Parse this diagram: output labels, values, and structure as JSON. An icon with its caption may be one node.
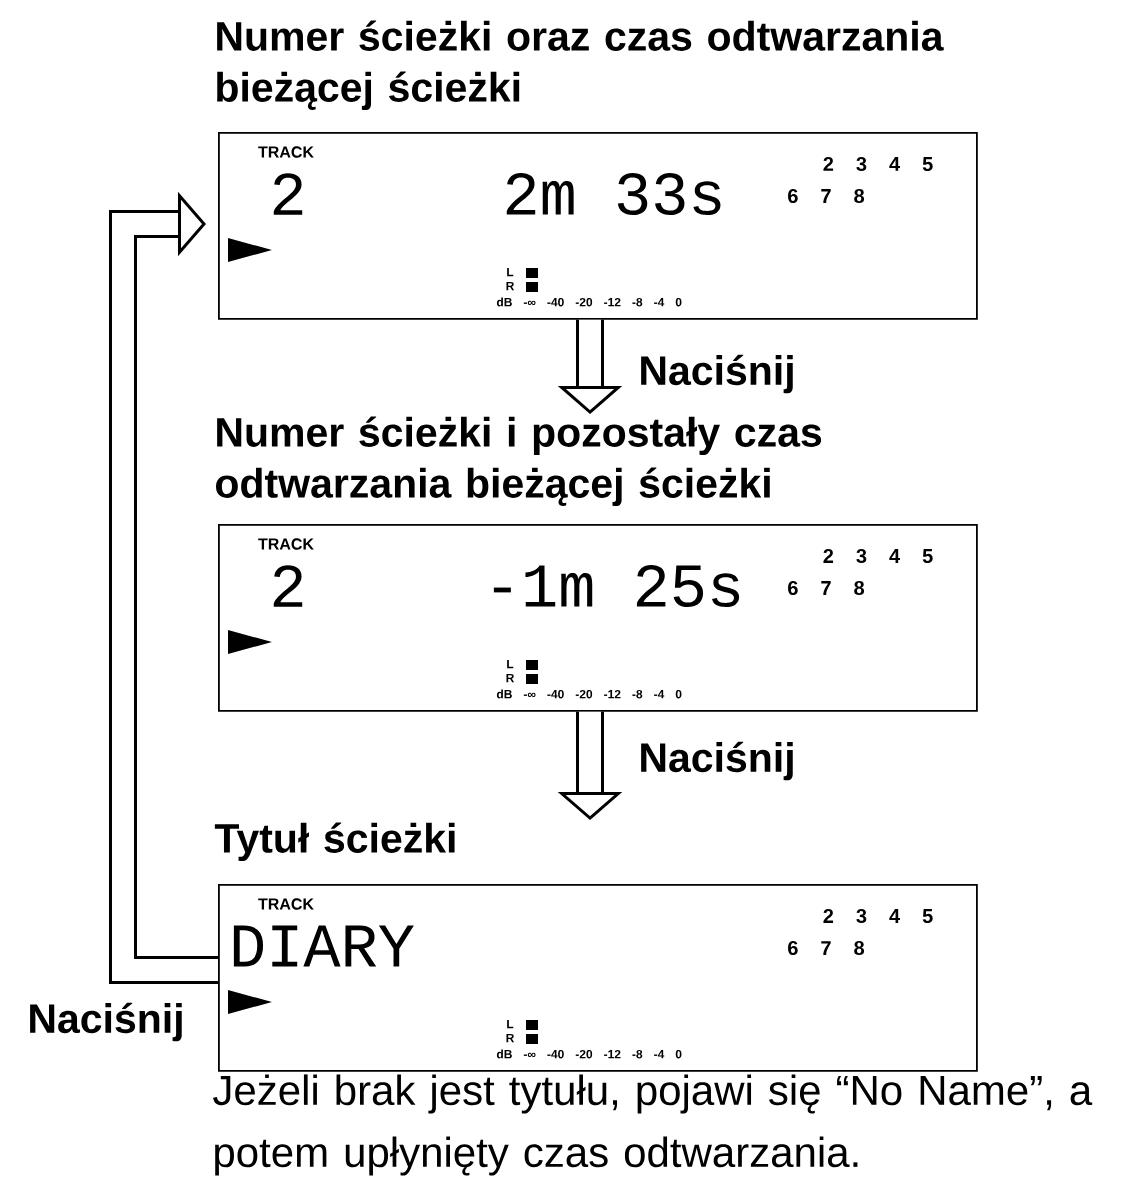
{
  "diagram": {
    "nodes": [
      {
        "text": [
          "Numer ścieżki oraz czas odtwarzania bieżącej ścieżki",
          "TRACK",
          "2",
          "2m 33s",
          "2 3 4 5",
          "6 7 8",
          "L",
          "R",
          "dB -∞ -40 -20 -12 -8 -4 0"
        ]
      },
      {
        "text": [
          "Numer ścieżki i pozostały czas odtwarzania bieżącej ścieżki",
          "TRACK",
          "2",
          "-1m 25s",
          "2 3 4 5",
          "6 7 8",
          "L",
          "R",
          "dB -∞ -40 -20 -12 -8 -4 0"
        ]
      },
      {
        "text": [
          "Tytuł ścieżki",
          "TRACK",
          "DIARY",
          "2 3 4 5",
          "6 7 8",
          "L",
          "R",
          "dB -∞ -40 -20 -12 -8 -4 0"
        ]
      }
    ],
    "edges": [
      {
        "from": 0,
        "to": 1,
        "arrow": "to",
        "label": "Naciśnij"
      },
      {
        "from": 1,
        "to": 2,
        "arrow": "to",
        "label": "Naciśnij"
      },
      {
        "from": 2,
        "to": 0,
        "arrow": "to",
        "label": "Naciśnij"
      }
    ],
    "caption": "Jeżeli brak jest tytułu, pojawi się “No Name”, a potem upłynięty czas odtwarzania."
  }
}
